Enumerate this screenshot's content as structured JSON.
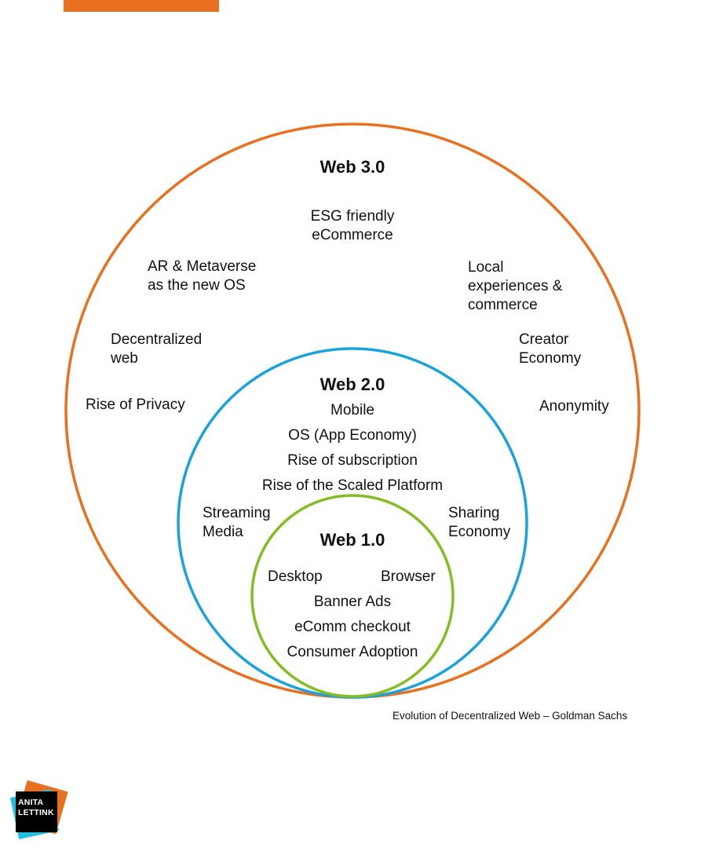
{
  "colors": {
    "accent_orange": "#E8701F",
    "web2_blue": "#1AA3DA",
    "web1_green": "#84BC24",
    "logo_cyan": "#22C1E0",
    "text": "#111111"
  },
  "web3": {
    "heading": "Web 3.0",
    "items": [
      "ESG friendly\neCommerce",
      "AR & Metaverse\nas the new OS",
      "Local\nexperiences &\ncommerce",
      "Decentralized\nweb",
      "Creator\nEconomy",
      "Rise of Privacy",
      "Anonymity"
    ]
  },
  "web2": {
    "heading": "Web 2.0",
    "items": [
      "Mobile",
      "OS (App Economy)",
      "Rise of subscription",
      "Rise of the Scaled Platform",
      "Streaming\nMedia",
      "Sharing\nEconomy"
    ]
  },
  "web1": {
    "heading": "Web 1.0",
    "items": [
      "Desktop",
      "Browser",
      "Banner Ads",
      "eComm checkout",
      "Consumer Adoption"
    ]
  },
  "source": "Evolution of Decentralized Web – Goldman Sachs",
  "logo": {
    "text": "ANITA\nLETTINK"
  }
}
